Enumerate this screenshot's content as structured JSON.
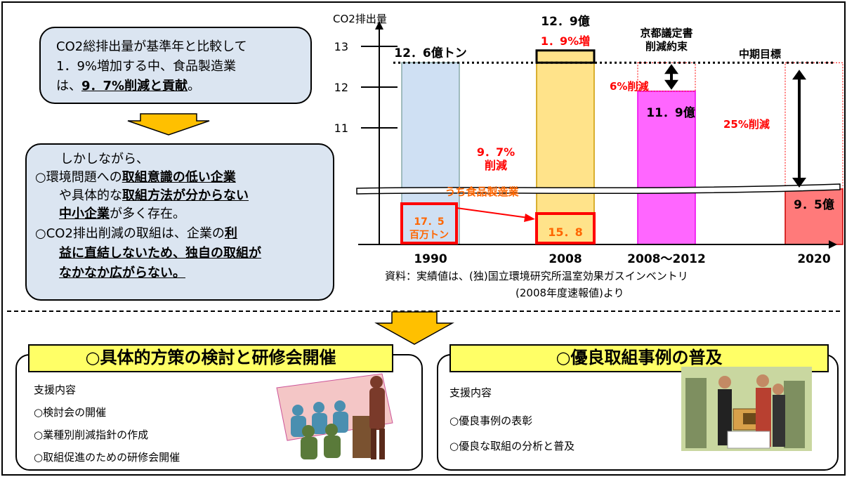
{
  "summary_box": {
    "line1": "CO2総排出量が基準年と比較して",
    "line2": "1．9%増加する中、食品製造業",
    "line3_a": "は、",
    "line3_b": "9．7%削減と貢献",
    "line3_c": "。"
  },
  "issue_box": {
    "intro": "しかしながら、",
    "l1_a": "○環境問題への",
    "l1_b": "取組意識の低い企業",
    "l2_a": "や具体的な",
    "l2_b": "取組方法が分からない",
    "l3_a": "中小企業",
    "l3_b": "が多く存在。",
    "l4_a": "○CO2排出削減の取組は、企業の",
    "l4_b": "利",
    "l5": "益に直結しないため、独自の取組が",
    "l6": "なかなか広がらない。"
  },
  "chart_data": {
    "type": "bar",
    "ylabel": "CO2排出量",
    "y_ticks": [
      11,
      12,
      13
    ],
    "categories": [
      "1990",
      "2008",
      "2008〜2012",
      "2020"
    ],
    "values": [
      12.6,
      12.9,
      11.9,
      9.5
    ],
    "value_labels": [
      "12．6億トン",
      "12．9億",
      "11．9億",
      "9．5億"
    ],
    "colors": {
      "c1990": "#cfe0f3",
      "c2008": "#ffe38a",
      "c2012": "#ff66ff",
      "c2020": "#ff7a7a",
      "red": "#ff0000"
    },
    "baseline": 12.6,
    "sub_series": {
      "name": "うち食品製造業",
      "values": [
        17.5,
        15.8
      ],
      "labels": [
        "17．5\n百万トン",
        "15．8"
      ]
    },
    "annotations": {
      "increase": "1．9%増",
      "kyoto_title": "京都議定書\n削減約束",
      "kyoto_cut": "6%削減",
      "mid_target": "中期目標",
      "mid_cut": "25%削減",
      "food_cut": "9．7%\n削減"
    }
  },
  "source": {
    "line1": "資料：実績値は、(独)国立環境研究所温室効果ガスインベントリ",
    "line2": "(2008年度速報値)より"
  },
  "panel_left": {
    "title": "○具体的方策の検討と研修会開催",
    "label": "支援内容",
    "items": [
      "○検討会の開催",
      "○業種別削減指針の作成",
      "○取組促進のための研修会開催"
    ]
  },
  "panel_right": {
    "title": "○優良取組事例の普及",
    "label": "支援内容",
    "items": [
      "○優良事例の表彰",
      "○優良な取組の分析と普及"
    ]
  }
}
